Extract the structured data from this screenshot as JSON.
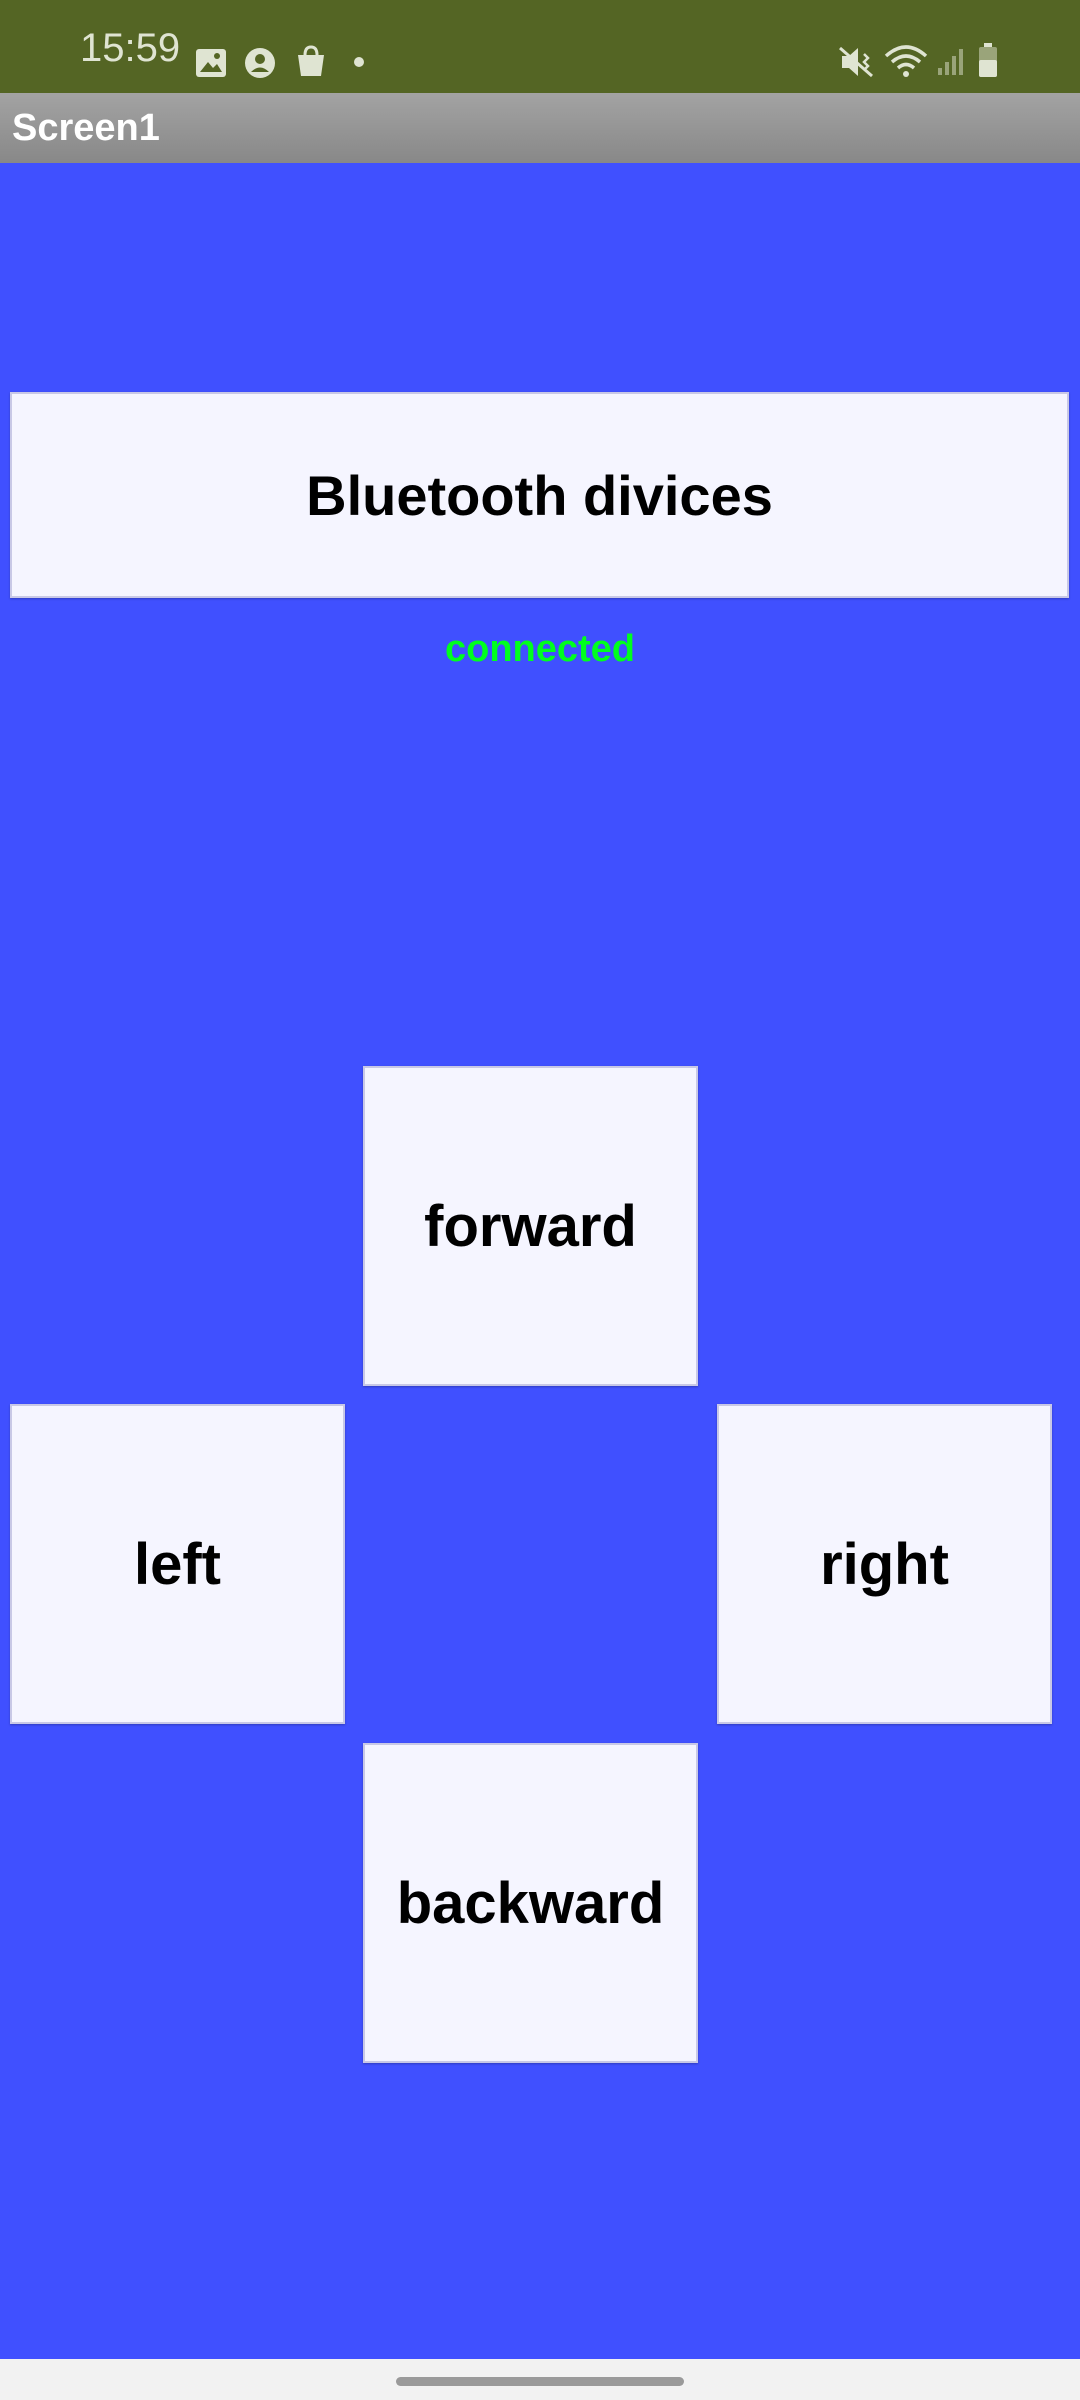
{
  "status_bar": {
    "time": "15:59",
    "icons_left": [
      "image-icon",
      "account-circle-icon",
      "shopping-bag-icon",
      "notification-dot-icon"
    ],
    "icons_right": [
      "mute-vibrate-icon",
      "wifi-icon",
      "signal-icon",
      "battery-icon"
    ]
  },
  "app_bar": {
    "title": "Screen1"
  },
  "main": {
    "bluetooth_button_label": "Bluetooth divices",
    "connection_status": "connected",
    "controls": {
      "forward": "forward",
      "left": "left",
      "right": "right",
      "backward": "backward"
    }
  },
  "colors": {
    "status_bar_bg": "#546524",
    "content_bg": "#4050ff",
    "button_bg": "#f5f5ff",
    "connected_text": "#00ff1e"
  }
}
